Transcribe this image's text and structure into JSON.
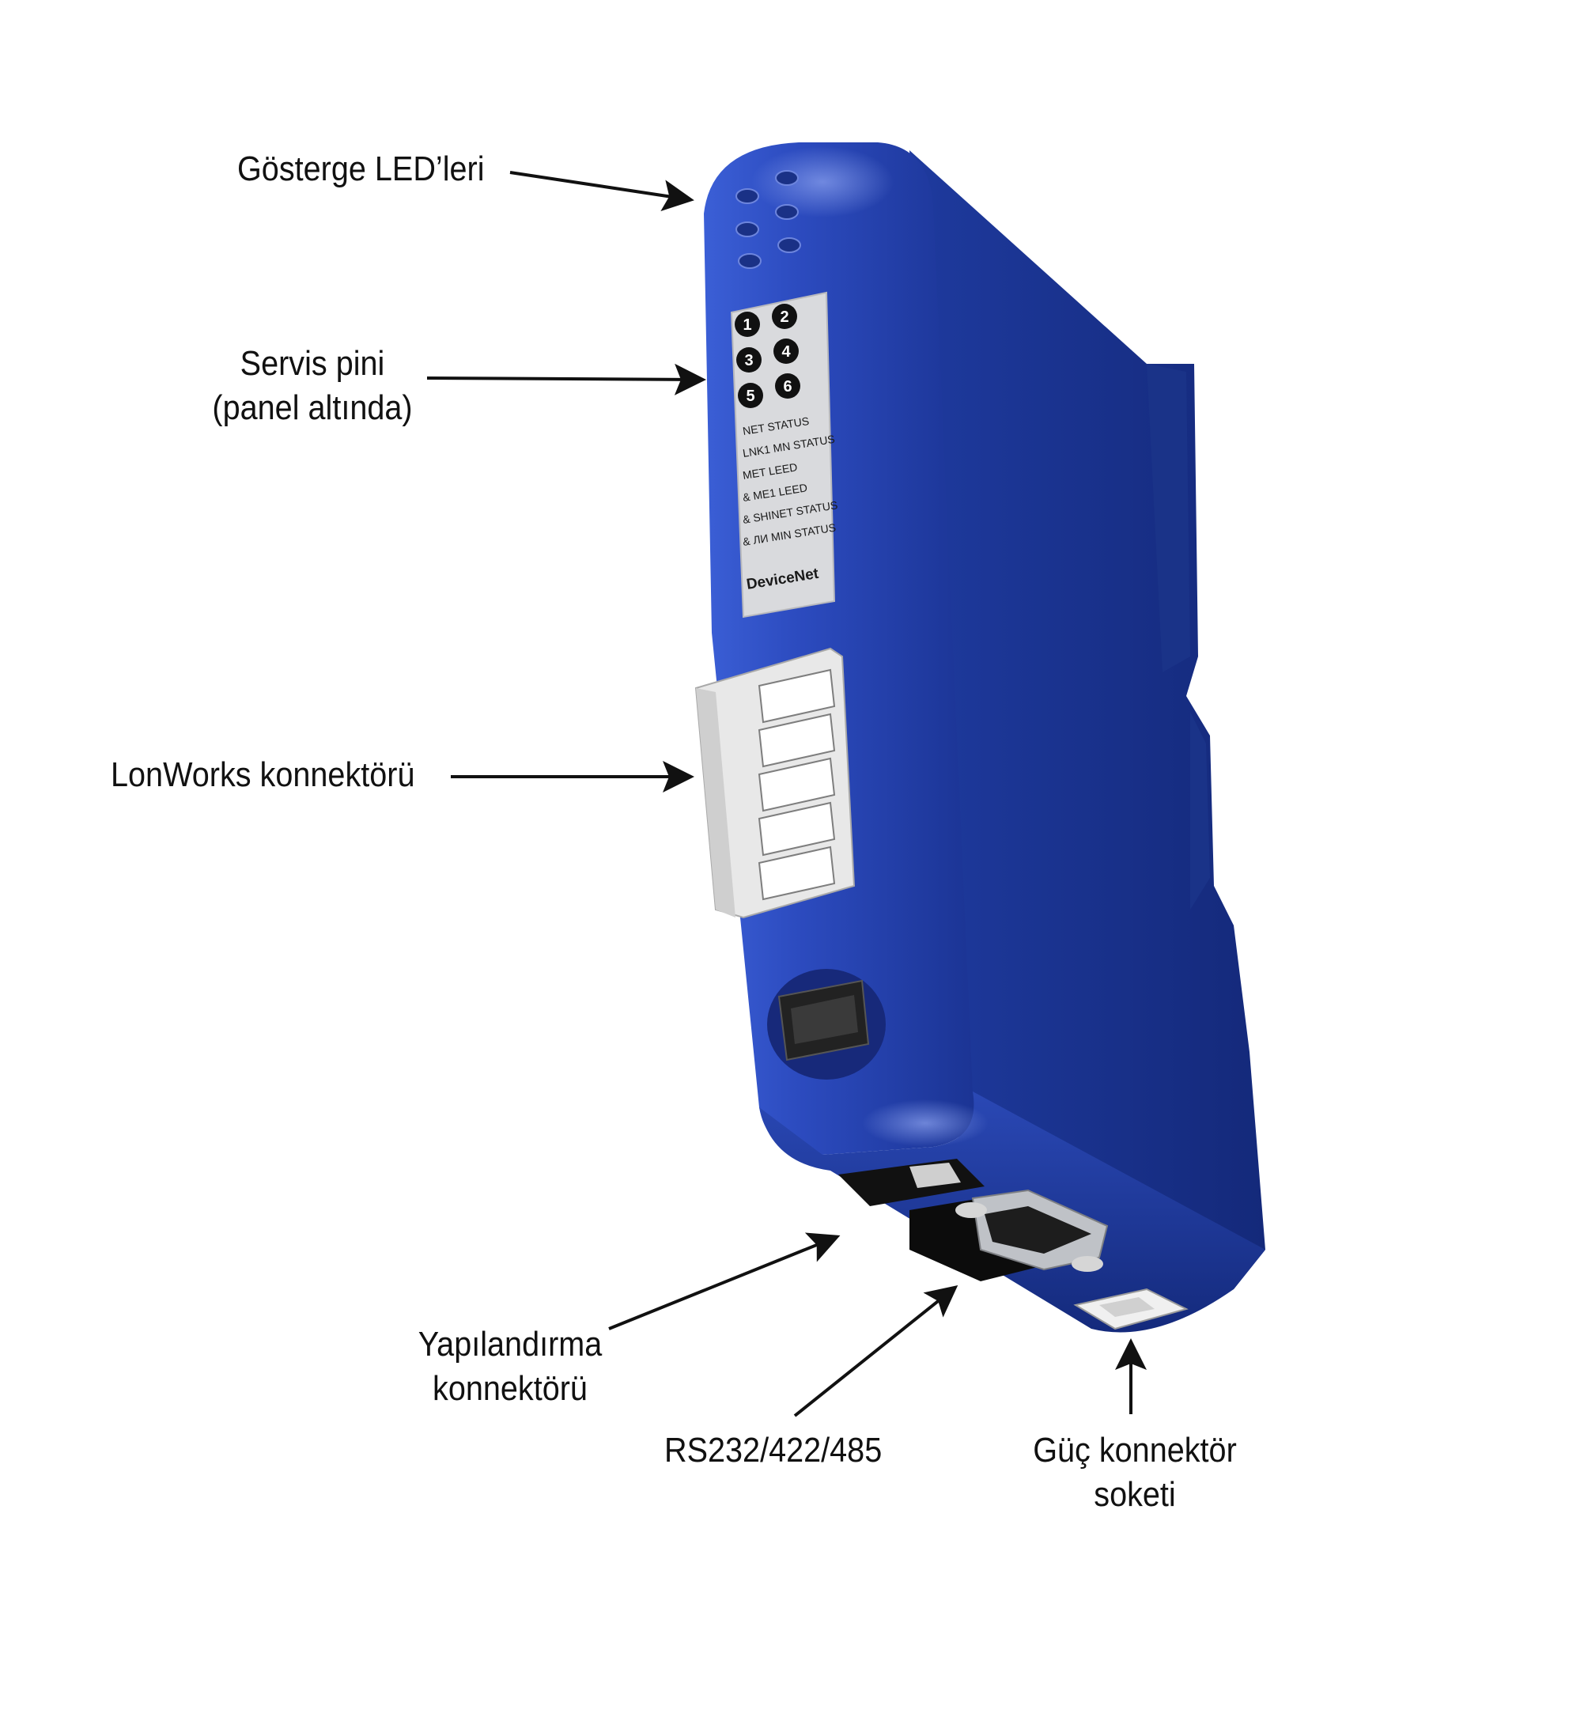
{
  "callouts": {
    "leds": {
      "line1": "Gösterge LED’leri"
    },
    "service_pin": {
      "line1": "Servis pini",
      "line2": "(panel altında)"
    },
    "lonworks": {
      "line1": "LonWorks konnektörü"
    },
    "config": {
      "line1": "Yapılandırma",
      "line2": "konnektörü"
    },
    "serial": {
      "line1": "RS232/422/485"
    },
    "power": {
      "line1": "Güç konnektör",
      "line2": "soketi"
    }
  },
  "device_label": {
    "led_numbers": [
      "1",
      "2",
      "3",
      "4",
      "5",
      "6"
    ],
    "status_lines": [
      "NET STATUS",
      "LNK1 MN STATUS",
      "MET LEED",
      "& ME1 LEED",
      "& SHINET STATUS",
      "& ЛИ MIN STATUS"
    ],
    "brand": "DeviceNet"
  },
  "colors": {
    "device_blue": "#2a49b8",
    "device_dark": "#13287a",
    "label_bg": "#d9dadd",
    "connector_bg": "#e8e8e8",
    "arrow": "#111111"
  }
}
